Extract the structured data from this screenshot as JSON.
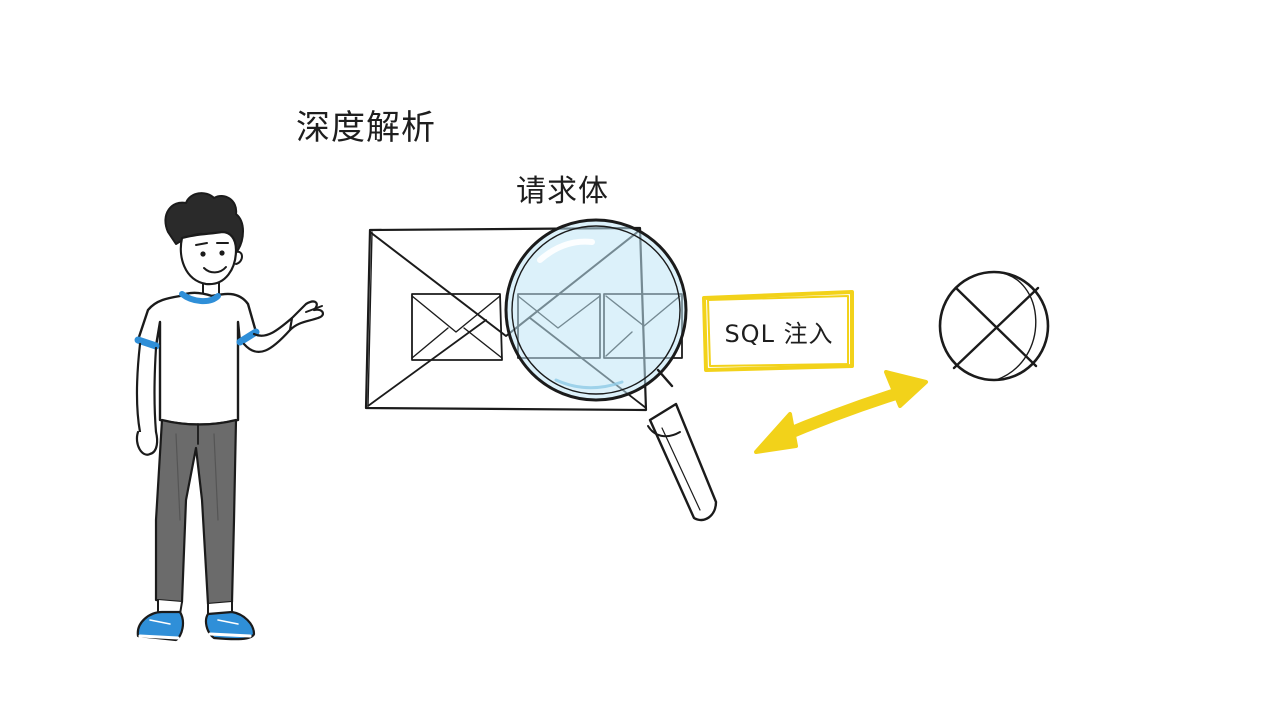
{
  "title": "深度解析",
  "subtitle": "请求体",
  "tag_label": "SQL 注入",
  "colors": {
    "accent_blue": "#2f8fd8",
    "highlight_yellow": "#f2d21a",
    "lens_tint": "#bfe6f6",
    "pants_gray": "#6b6b6b",
    "ink": "#1b1b1b"
  },
  "icons": {
    "person": "person-pointing",
    "envelope": "envelope-icon",
    "magnifier": "magnifying-glass-icon",
    "arrow": "double-arrow-icon",
    "blocked": "blocked-x-circle-icon"
  }
}
